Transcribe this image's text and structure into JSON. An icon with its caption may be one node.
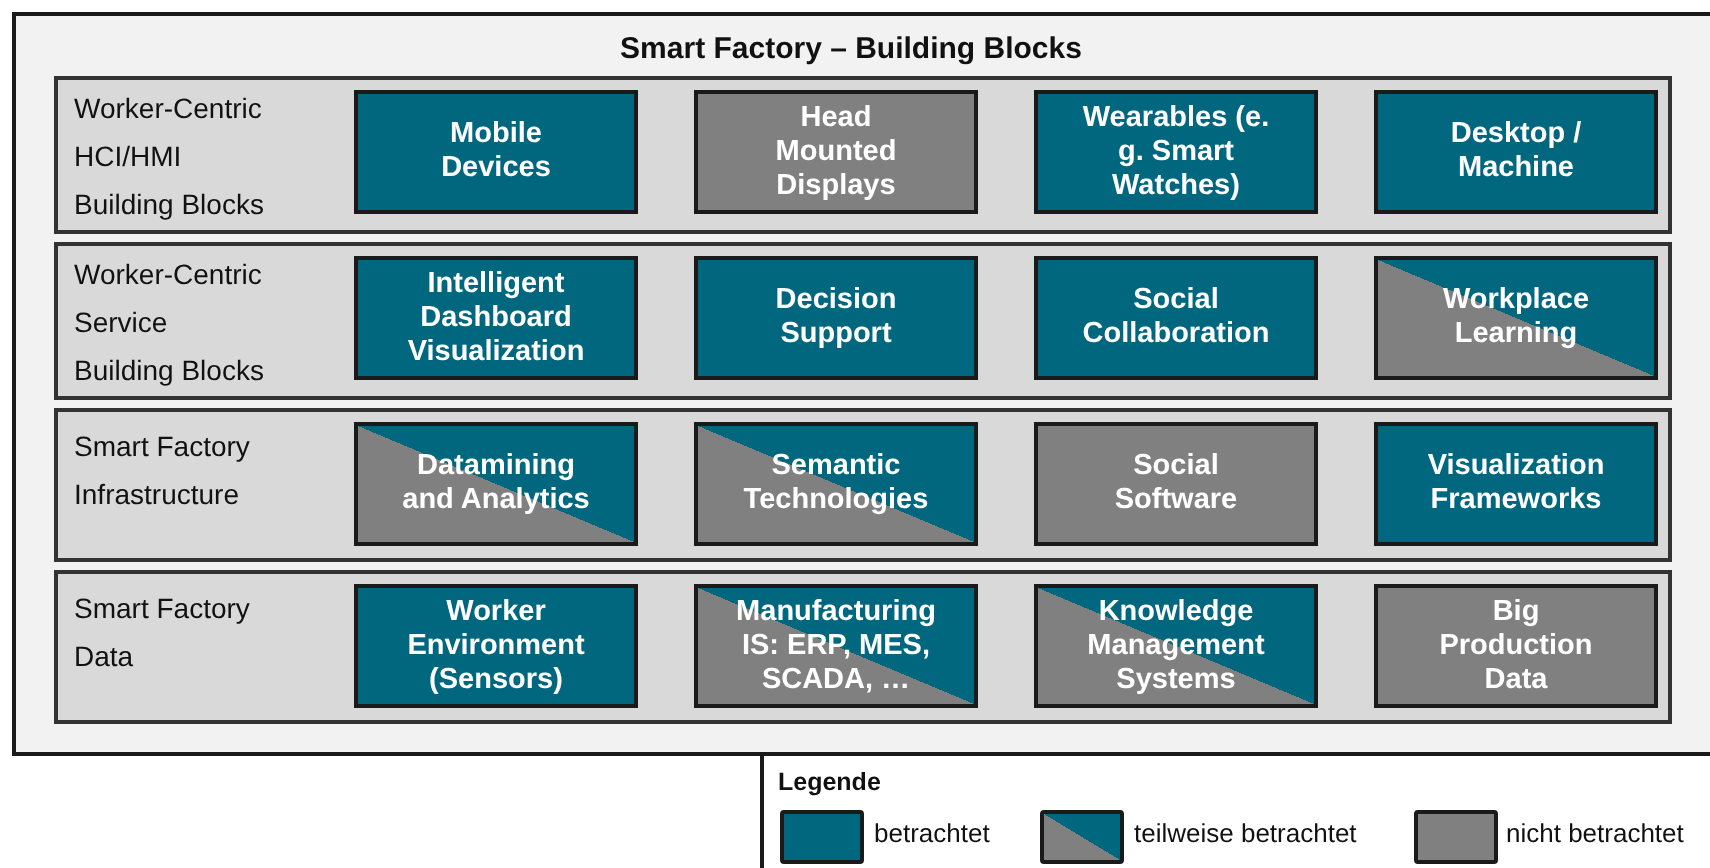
{
  "diagram": {
    "title": "Smart Factory – Building Blocks",
    "nodes": [
      {
        "text": [],
        "shape": "box"
      },
      {
        "text": [
          "Worker-Centric HCI/HMI Building Blocks"
        ],
        "in": 0
      },
      {
        "text": [
          "Mobile Devices"
        ],
        "in": 1
      },
      {
        "text": [
          "Head Mounted Displays"
        ],
        "in": 1
      },
      {
        "text": [
          "Wearables (e. g. Smart Watches)"
        ],
        "in": 1
      },
      {
        "text": [
          "Desktop / Machine"
        ],
        "in": 1
      },
      {
        "text": [
          "Worker-Centric Service Building Blocks"
        ],
        "in": 0
      },
      {
        "text": [
          "Intelligent Dashboard Visualization"
        ],
        "in": 6
      },
      {
        "text": [
          "Decision Support"
        ],
        "in": 6
      },
      {
        "text": [
          "Social Collaboration"
        ],
        "in": 6
      },
      {
        "text": [
          "Workplace Learning"
        ],
        "in": 6
      },
      {
        "text": [
          "Smart Factory Infrastructure"
        ],
        "in": 0
      },
      {
        "text": [
          "Datamining and Analytics"
        ],
        "in": 11
      },
      {
        "text": [
          "Semantic Technologies"
        ],
        "in": 11
      },
      {
        "text": [
          "Social Software"
        ],
        "in": 11
      },
      {
        "text": [
          "Visualization Frameworks"
        ],
        "in": 11
      },
      {
        "text": [
          "Smart Factory Data"
        ],
        "in": 0
      },
      {
        "text": [
          "Worker Environment (Sensors)"
        ],
        "in": 16
      },
      {
        "text": [
          "Manufacturing IS: ERP, MES, SCADA, …"
        ],
        "in": 16
      },
      {
        "text": [
          "Knowledge Management Systems"
        ],
        "in": 16
      },
      {
        "text": [
          "Big Production Data"
        ],
        "in": 16
      }
    ],
    "labels": [
      "Legende"
    ],
    "legend": [
      {
        "text": "betrachtet",
        "color": "#00677f"
      },
      {
        "text": "teilweise betrachtet"
      },
      {
        "text": "nicht betrachtet",
        "color": "#808080"
      }
    ]
  }
}
